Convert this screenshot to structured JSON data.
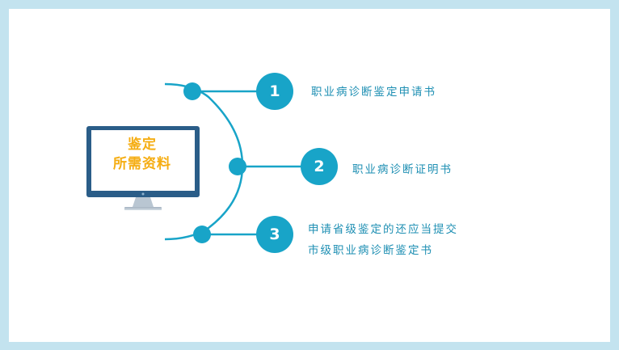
{
  "colors": {
    "page_border": "#c3e3ef",
    "accent": "#18a4c8",
    "monitor_frame": "#2a5d88",
    "title_text": "#f5ad12",
    "item_text": "#1e8fb3"
  },
  "monitor": {
    "title_line1": "鉴定",
    "title_line2": "所需资料"
  },
  "items": [
    {
      "number": "1",
      "text": "职业病诊断鉴定申请书"
    },
    {
      "number": "2",
      "text": "职业病诊断证明书"
    },
    {
      "number": "3",
      "text_line1": "申请省级鉴定的还应当提交",
      "text_line2": "市级职业病诊断鉴定书"
    }
  ]
}
